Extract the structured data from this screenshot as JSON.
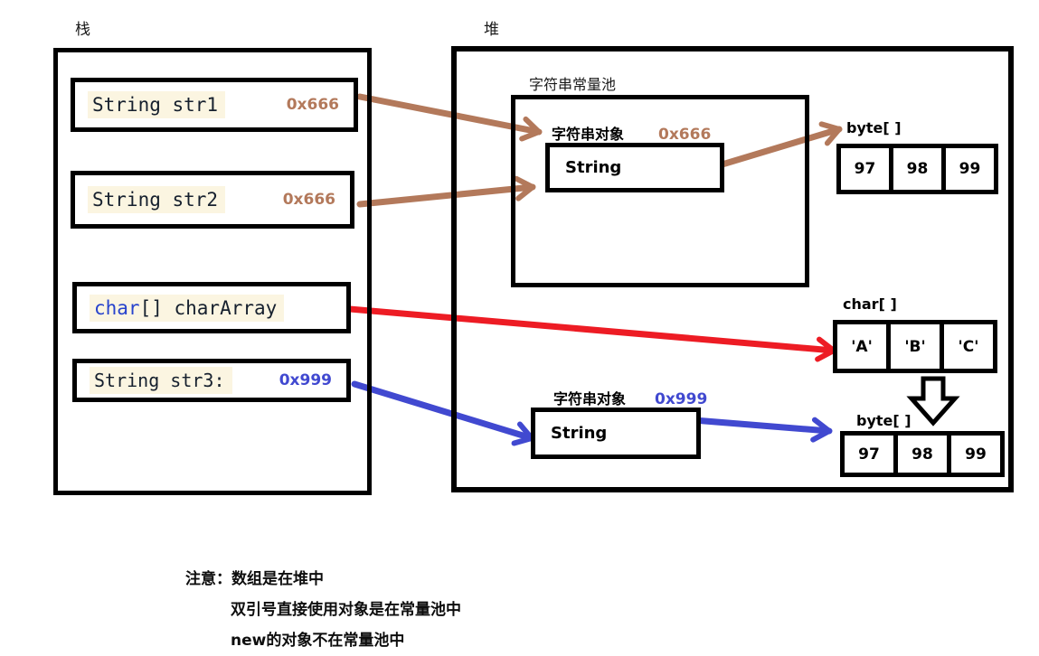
{
  "title_labels": {
    "stack": "栈",
    "heap": "堆"
  },
  "stack_vars": [
    {
      "keyword": "",
      "code": "String str1",
      "address": "0x666"
    },
    {
      "keyword": "",
      "code": "String str2",
      "address": "0x666"
    },
    {
      "keyword": "char",
      "code": "[] charArray",
      "address": ""
    },
    {
      "keyword": "",
      "code": "String str3:",
      "address": "0x999"
    }
  ],
  "pool": {
    "label": "字符串常量池",
    "object_label": "字符串对象",
    "object_address": "0x666",
    "object_type": "String"
  },
  "string_object_2": {
    "label": "字符串对象",
    "address": "0x999",
    "type": "String"
  },
  "arrays": {
    "byte1": {
      "label": "byte[ ]",
      "cells": [
        "97",
        "98",
        "99"
      ]
    },
    "char1": {
      "label": "char[ ]",
      "cells": [
        "'A'",
        "'B'",
        "'C'"
      ]
    },
    "byte2": {
      "label": "byte[ ]",
      "cells": [
        "97",
        "98",
        "99"
      ]
    }
  },
  "notes": {
    "lines": [
      "注意：数组是在堆中",
      "双引号直接使用对象是在常量池中",
      "new的对象不在常量池中"
    ]
  },
  "colors": {
    "arrow_brown": "#b3795b",
    "arrow_red": "#ed1c24",
    "arrow_blue": "#4149d0",
    "keyword_blue": "#2743cd",
    "code_text": "#16202e",
    "code_highlight": "#fbf5e1"
  }
}
